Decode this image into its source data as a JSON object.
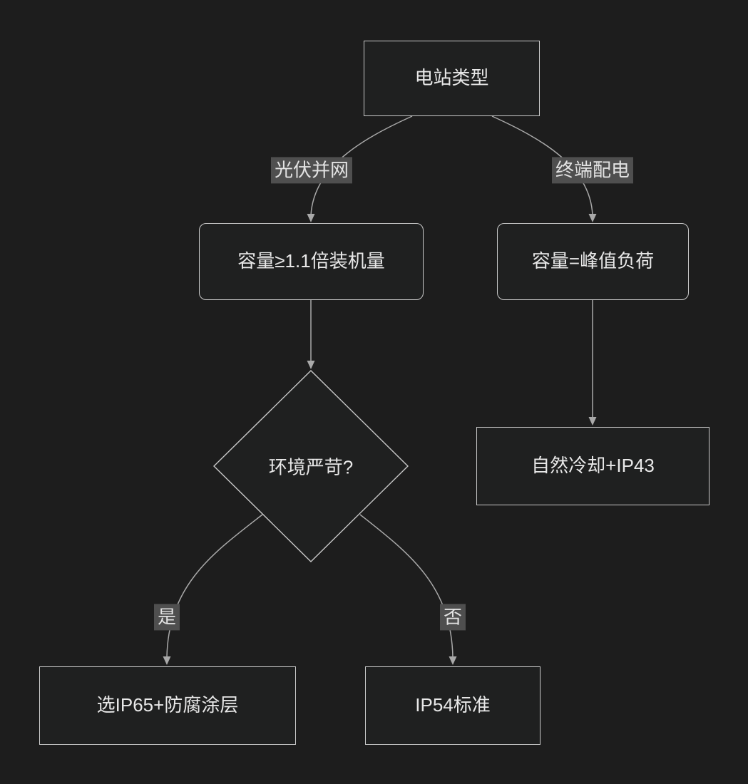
{
  "diagram": {
    "nodes": {
      "root": {
        "label": "电站类型"
      },
      "pv": {
        "label": "容量≥1.1倍装机量"
      },
      "terminal": {
        "label": "容量=峰值负荷"
      },
      "ip43": {
        "label": "自然冷却+IP43"
      },
      "decision": {
        "label": "环境严苛?"
      },
      "ip65": {
        "label": "选IP65+防腐涂层"
      },
      "ip54": {
        "label": "IP54标准"
      }
    },
    "edge_labels": {
      "pv_branch": "光伏并网",
      "terminal_branch": "终端配电",
      "yes": "是",
      "no": "否"
    },
    "colors": {
      "background": "#1d1d1d",
      "node_fill": "#1f2020",
      "node_border": "#c9c9c9",
      "text": "#e8e8e8",
      "edge_line": "#a9a9a9",
      "edge_label_bg": "#4f4f4f"
    }
  }
}
